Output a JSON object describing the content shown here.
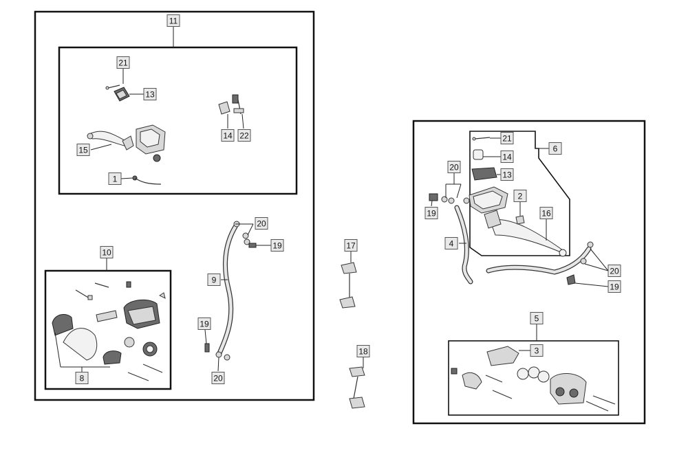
{
  "callouts": {
    "c1": "1",
    "c2": "2",
    "c3": "3",
    "c4": "4",
    "c5": "5",
    "c6": "6",
    "c8": "8",
    "c9": "9",
    "c10": "10",
    "c11": "11",
    "c13a": "13",
    "c13b": "13",
    "c14a": "14",
    "c14b": "14",
    "c15": "15",
    "c16": "16",
    "c17": "17",
    "c18": "18",
    "c19a": "19",
    "c19b": "19",
    "c19c": "19",
    "c20a": "20",
    "c20b": "20",
    "c20c": "20",
    "c20d": "20",
    "c21a": "21",
    "c21b": "21",
    "c22": "22"
  },
  "icons": {
    "lever": "brake-lever-icon",
    "master_cylinder": "master-cylinder-icon",
    "hose": "brake-hose-icon",
    "caliper": "brake-caliper-icon",
    "pads": "brake-pads-icon",
    "bolt": "bolt-icon",
    "washer": "washer-icon"
  }
}
